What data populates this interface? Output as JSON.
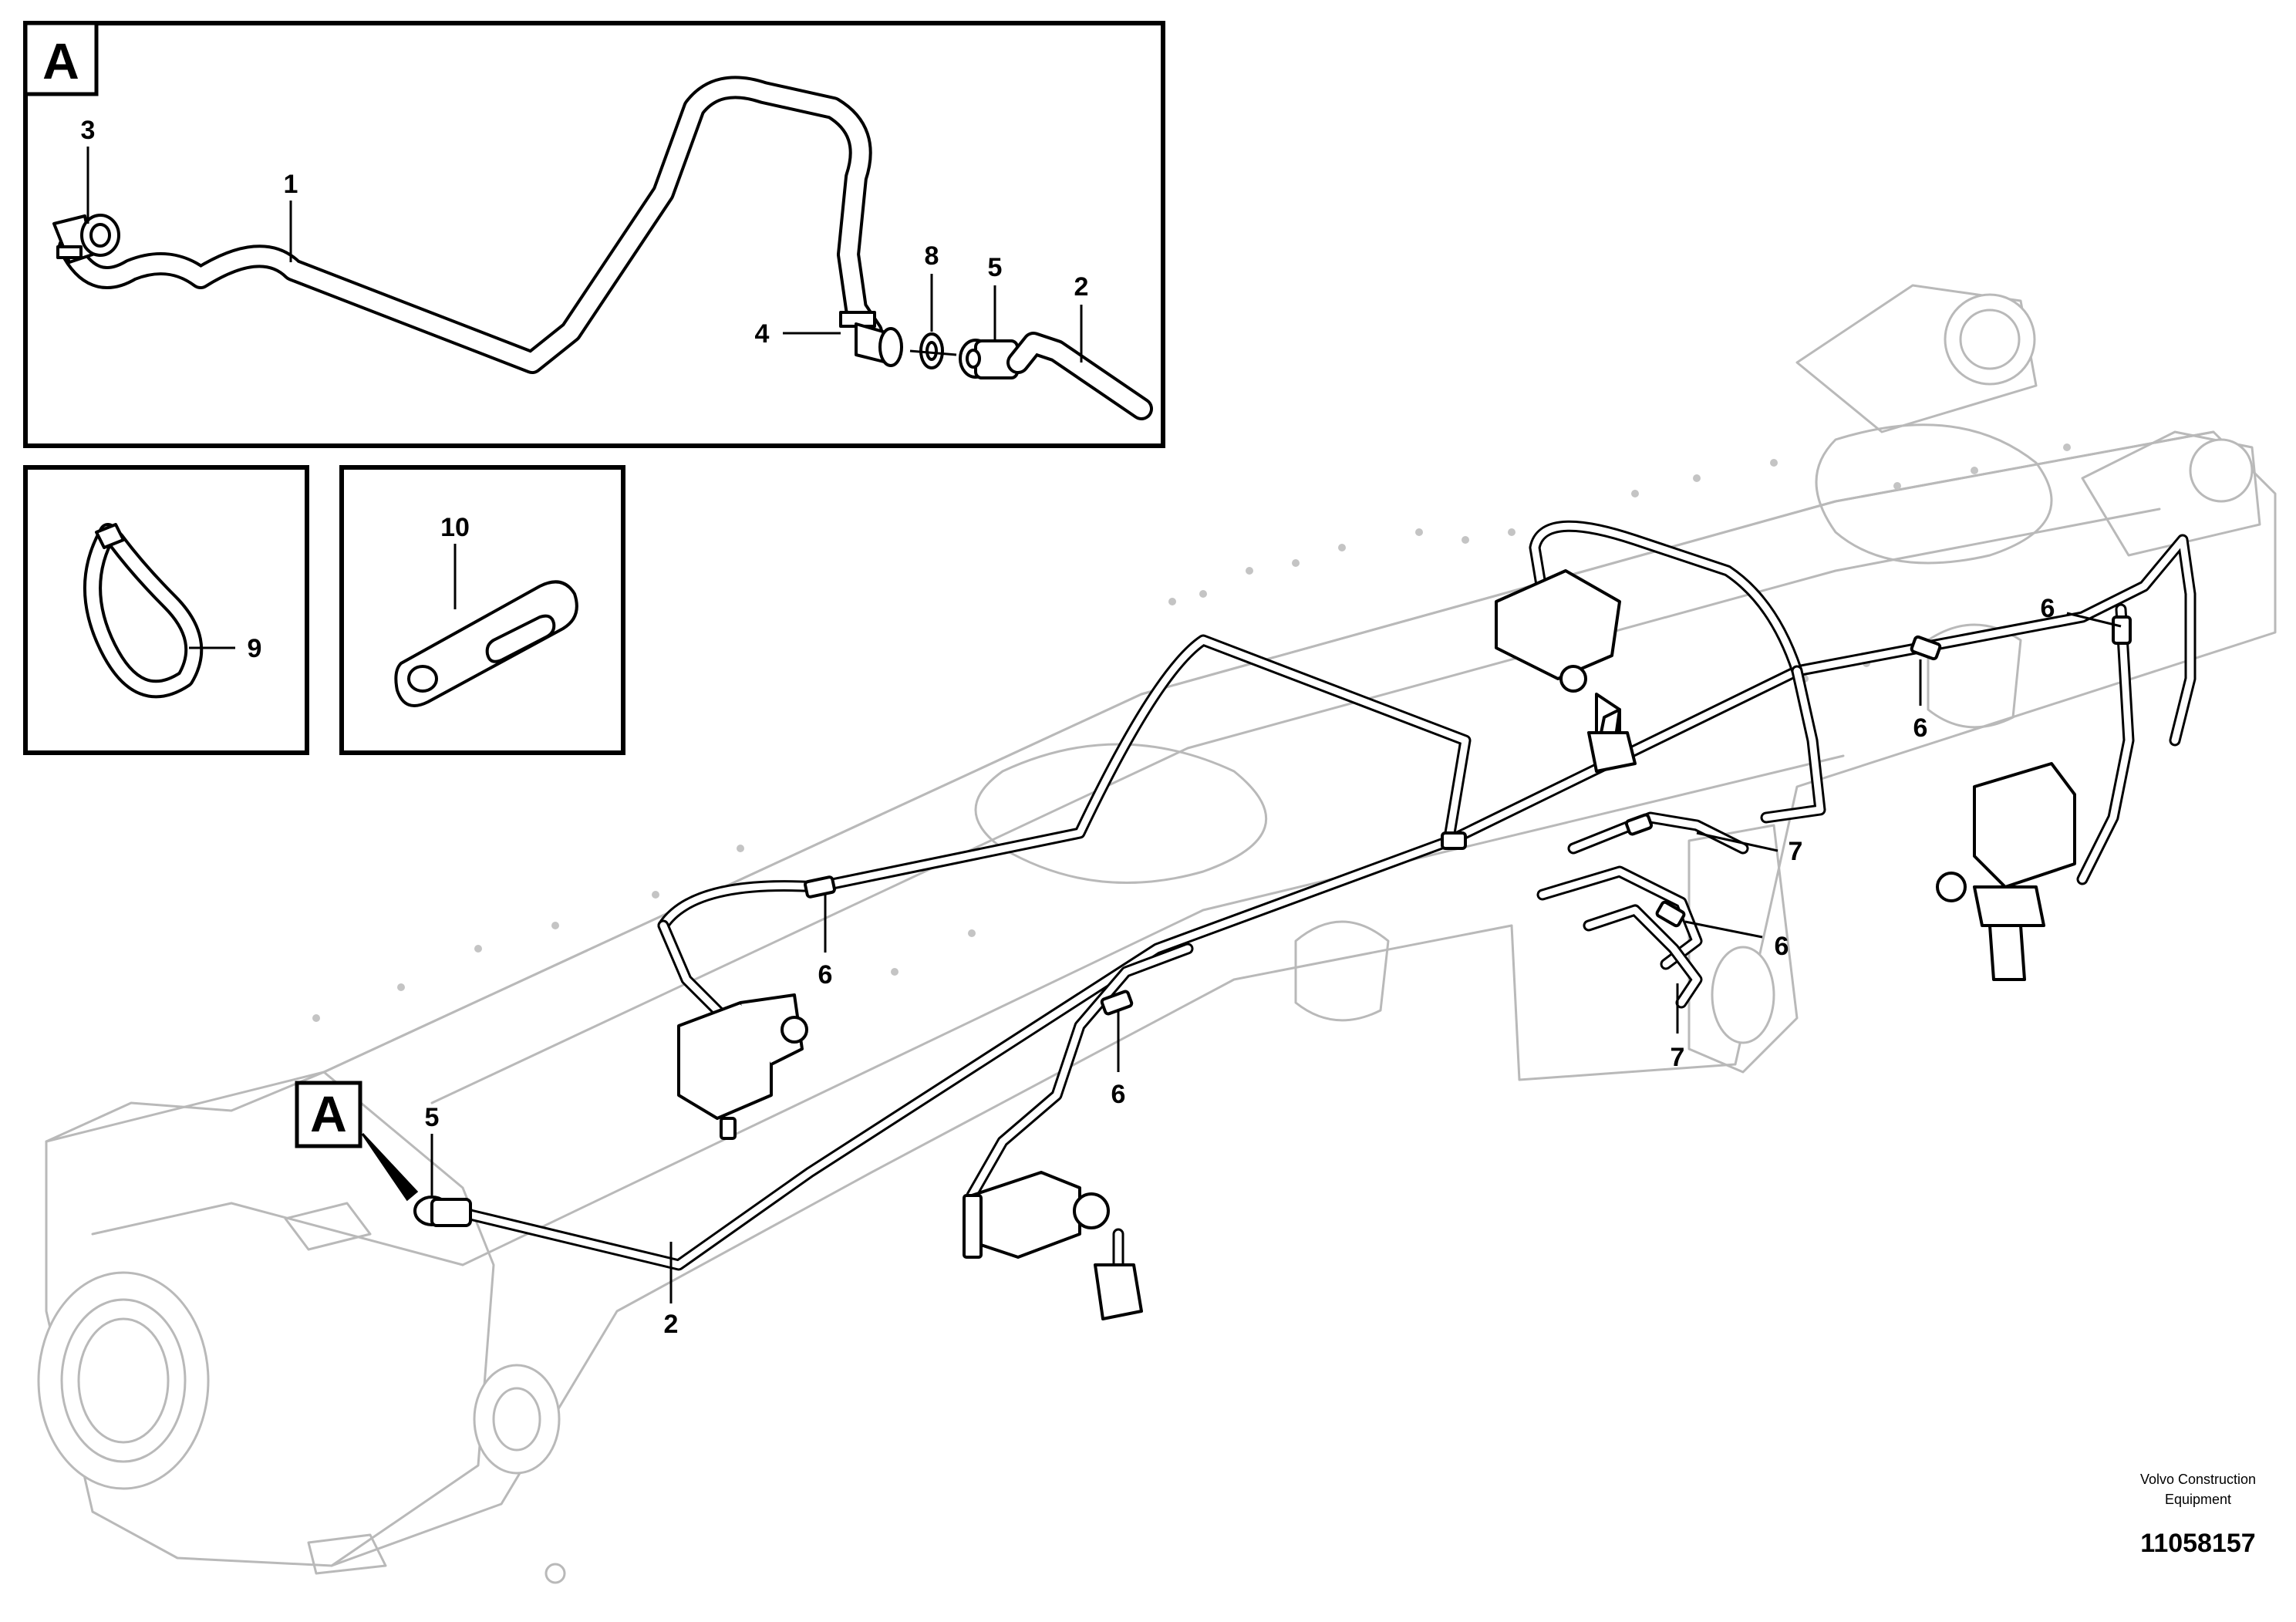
{
  "detail_view": {
    "label": "A",
    "callouts": {
      "c1": "1",
      "c2": "2",
      "c3": "3",
      "c4": "4",
      "c5": "5",
      "c8": "8"
    }
  },
  "detail_cable_tie": {
    "callout": "9"
  },
  "detail_bracket": {
    "callout": "10"
  },
  "main_view": {
    "view_marker": "A",
    "callouts": {
      "c5": "5",
      "c2": "2",
      "c6a": "6",
      "c6b": "6",
      "c6c": "6",
      "c6d": "6",
      "c6e": "6",
      "c7a": "7",
      "c7b": "7"
    }
  },
  "footer": {
    "company_line1": "Volvo Construction",
    "company_line2": "Equipment",
    "document_number": "11058157"
  }
}
